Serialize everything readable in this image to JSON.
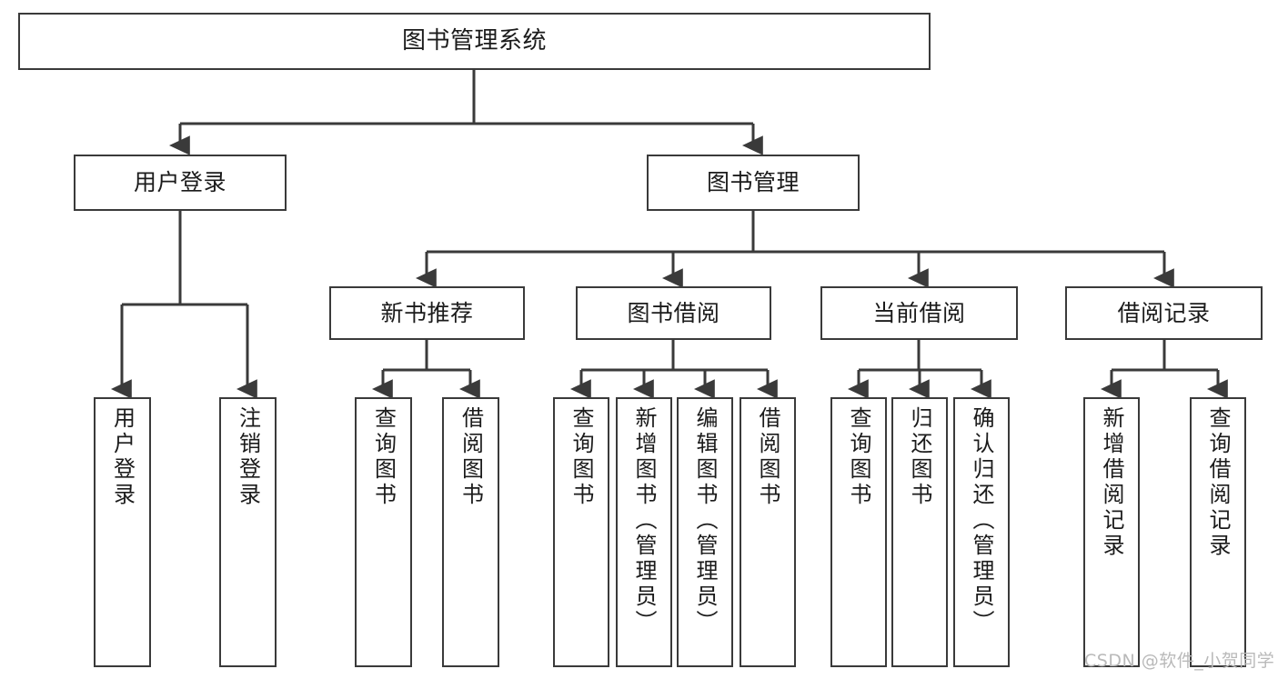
{
  "diagram": {
    "title": "图书管理系统",
    "type": "hierarchy-tree",
    "root": {
      "id": "root",
      "label": "图书管理系统"
    },
    "level2": [
      {
        "id": "user-login",
        "label": "用户登录"
      },
      {
        "id": "book-manage",
        "label": "图书管理"
      }
    ],
    "level3": [
      {
        "id": "new-book-rec",
        "label": "新书推荐",
        "parent": "book-manage"
      },
      {
        "id": "book-borrow",
        "label": "图书借阅",
        "parent": "book-manage"
      },
      {
        "id": "current-borrow",
        "label": "当前借阅",
        "parent": "book-manage"
      },
      {
        "id": "borrow-record",
        "label": "借阅记录",
        "parent": "book-manage"
      }
    ],
    "leaves": {
      "user_login": [
        {
          "id": "leaf-user-login",
          "label": "用户登录"
        },
        {
          "id": "leaf-user-logout",
          "label": "注销登录"
        }
      ],
      "new_book_rec": [
        {
          "id": "leaf-query-book-1",
          "label": "查询图书"
        },
        {
          "id": "leaf-borrow-book-1",
          "label": "借阅图书"
        }
      ],
      "book_borrow": [
        {
          "id": "leaf-query-book-2",
          "label": "查询图书"
        },
        {
          "id": "leaf-add-book",
          "label": "新增图书（管理员）"
        },
        {
          "id": "leaf-edit-book",
          "label": "编辑图书（管理员）"
        },
        {
          "id": "leaf-borrow-book-2",
          "label": "借阅图书"
        }
      ],
      "current_borrow": [
        {
          "id": "leaf-query-book-3",
          "label": "查询图书"
        },
        {
          "id": "leaf-return-book",
          "label": "归还图书"
        },
        {
          "id": "leaf-confirm-return",
          "label": "确认归还（管理员）"
        }
      ],
      "borrow_record": [
        {
          "id": "leaf-add-record",
          "label": "新增借阅记录"
        },
        {
          "id": "leaf-query-record",
          "label": "查询借阅记录"
        }
      ]
    }
  },
  "watermark": {
    "text": "CSDN @软件_小贺同学"
  },
  "colors": {
    "border": "#3a3a3a",
    "text": "#1b1b1b",
    "background": "#ffffff",
    "watermark": "#b9b9b9"
  }
}
